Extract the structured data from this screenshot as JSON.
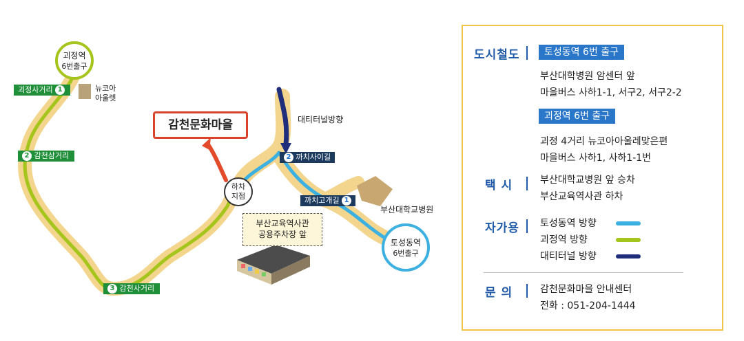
{
  "map": {
    "destination": "감천문화마을",
    "stations": {
      "gwejeong": [
        "괴정역",
        "6번출구"
      ],
      "toseong": [
        "토성동역",
        "6번출구"
      ]
    },
    "green_stops": [
      {
        "num": "1",
        "label": "괴정사거리"
      },
      {
        "num": "2",
        "label": "감천삼거리"
      },
      {
        "num": "3",
        "label": "감천사거리"
      }
    ],
    "blue_stops": [
      {
        "num": "2",
        "label": "까치사이길"
      },
      {
        "num": "1",
        "label": "까치고개길"
      }
    ],
    "landmarks": {
      "newcore": [
        "뉴코아",
        "아울렛"
      ],
      "hospital": "부산대학교병원",
      "tunnel_dir": "대티터널방향",
      "dropoff": [
        "하차",
        "지점"
      ],
      "museum": [
        "부산교육역사관",
        "공용주차장 앞"
      ]
    }
  },
  "info": {
    "subway": {
      "label": "도시철도",
      "exits": [
        {
          "name": "토성동역 6번 출구",
          "lines": [
            "부산대학병원 암센터 앞",
            "마을버스 사하1-1, 서구2, 서구2-2"
          ]
        },
        {
          "name": "괴정역 6번 출구",
          "lines": [
            "괴정 4거리 뉴코아아울레맞은편",
            "마을버스 사하1, 사하1-1번"
          ]
        }
      ]
    },
    "taxi": {
      "label": "택 시",
      "lines": [
        "부산대학교병원 앞 승차",
        "부산교육역사관 하차"
      ]
    },
    "car": {
      "label": "자가용",
      "routes": [
        {
          "label": "토성동역 방향",
          "color": "#3cb0e0"
        },
        {
          "label": "괴정역 방향",
          "color": "#a5c51d"
        },
        {
          "label": "대티터널 방향",
          "color": "#1f2d7a"
        }
      ]
    },
    "contact": {
      "label": "문 의",
      "lines": [
        "감천문화마을 안내센터",
        "전화 : 051-204-1444"
      ]
    }
  }
}
